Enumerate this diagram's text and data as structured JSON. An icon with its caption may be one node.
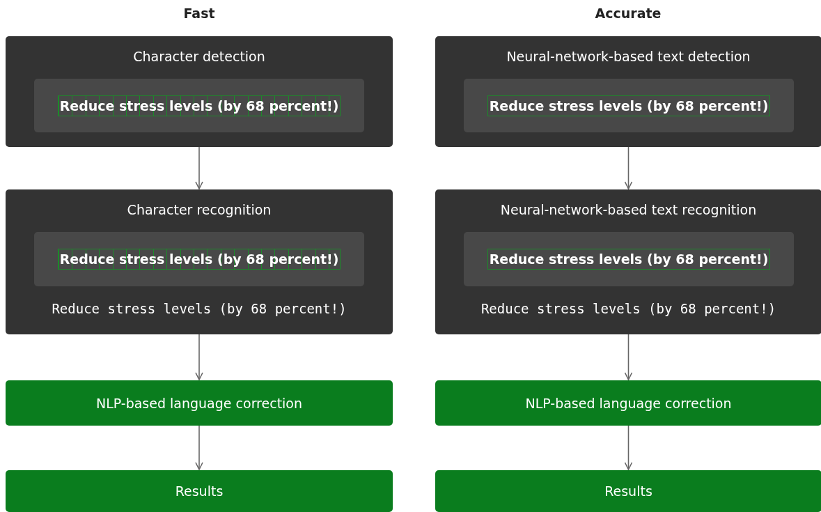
{
  "diagram": {
    "nodes": [
      {
        "text": [
          "Character detection"
        ]
      },
      {
        "text": [
          "Reduce stress levels (by 68 percent!)"
        ],
        "in": 0
      },
      {
        "text": [
          "Character recognition",
          "Reduce stress levels (by 68 percent!)"
        ]
      },
      {
        "text": [
          "Reduce stress levels (by 68 percent!)"
        ],
        "in": 2
      },
      {
        "text": [
          "NLP-based language correction"
        ]
      },
      {
        "text": [
          "Results"
        ]
      },
      {
        "text": [
          "Neural-network-based text detection"
        ]
      },
      {
        "text": [
          "Reduce stress levels (by 68 percent!)"
        ],
        "in": 6
      },
      {
        "text": [
          "Neural-network-based text recognition",
          "Reduce stress levels (by 68 percent!)"
        ]
      },
      {
        "text": [
          "Reduce stress levels (by 68 percent!)"
        ],
        "in": 8
      },
      {
        "text": [
          "NLP-based language correction"
        ]
      },
      {
        "text": [
          "Results"
        ]
      }
    ],
    "edges": [
      {
        "from": 0,
        "to": 2,
        "arrow": "to"
      },
      {
        "from": 2,
        "to": 4,
        "arrow": "to"
      },
      {
        "from": 4,
        "to": 5,
        "arrow": "to"
      },
      {
        "from": 6,
        "to": 8,
        "arrow": "to"
      },
      {
        "from": 8,
        "to": 10,
        "arrow": "to"
      },
      {
        "from": 10,
        "to": 11,
        "arrow": "to"
      }
    ],
    "labels": [
      "Fast",
      "Accurate"
    ]
  }
}
